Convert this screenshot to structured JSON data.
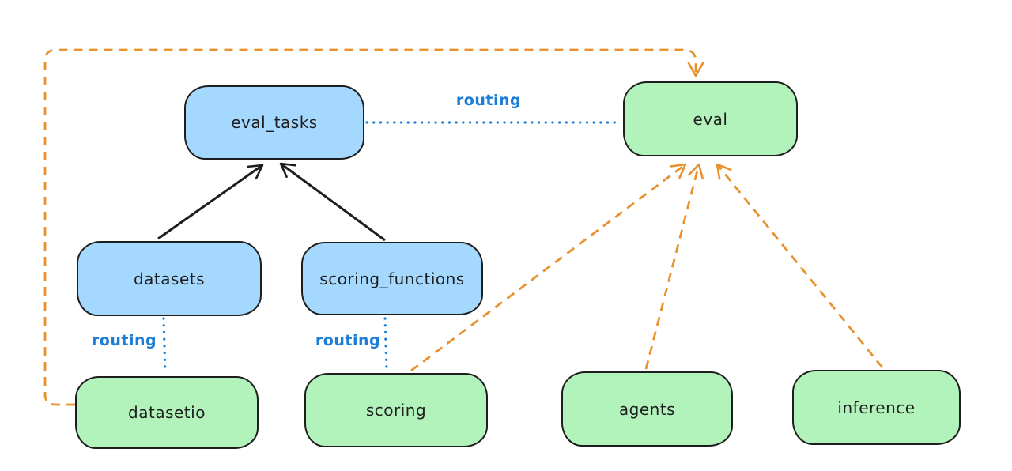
{
  "diagram": {
    "background_color": "#ffffff",
    "colors": {
      "blue_box_fill": "#a5d8ff",
      "green_box_fill": "#b2f2bb",
      "box_border": "#1e1e1e",
      "solid_arrow": "#1e1e1e",
      "routing_line_blue": "#1c7ed6",
      "dashed_arrow_orange": "#e8912d"
    },
    "nodes": [
      {
        "id": "eval_tasks",
        "label": "eval_tasks",
        "kind": "blue"
      },
      {
        "id": "eval",
        "label": "eval",
        "kind": "green"
      },
      {
        "id": "datasets",
        "label": "datasets",
        "kind": "blue"
      },
      {
        "id": "scoring_functions",
        "label": "scoring_functions",
        "kind": "blue"
      },
      {
        "id": "datasetio",
        "label": "datasetio",
        "kind": "green"
      },
      {
        "id": "scoring",
        "label": "scoring",
        "kind": "green"
      },
      {
        "id": "agents",
        "label": "agents",
        "kind": "green"
      },
      {
        "id": "inference",
        "label": "inference",
        "kind": "green"
      }
    ],
    "edge_labels": [
      {
        "text": "routing"
      },
      {
        "text": "routing"
      },
      {
        "text": "routing"
      }
    ],
    "edges": [
      {
        "from": "datasets",
        "to": "eval_tasks",
        "style": "solid-arrow",
        "color": "#1e1e1e"
      },
      {
        "from": "scoring_functions",
        "to": "eval_tasks",
        "style": "solid-arrow",
        "color": "#1e1e1e"
      },
      {
        "from": "eval_tasks",
        "to": "eval",
        "style": "dotted",
        "label": "routing",
        "color": "#1c7ed6"
      },
      {
        "from": "datasets",
        "to": "datasetio",
        "style": "dotted",
        "label": "routing",
        "color": "#1c7ed6"
      },
      {
        "from": "scoring_functions",
        "to": "scoring",
        "style": "dotted",
        "label": "routing",
        "color": "#1c7ed6"
      },
      {
        "from": "datasetio",
        "to": "eval",
        "style": "dashed-arrow",
        "color": "#e8912d"
      },
      {
        "from": "scoring",
        "to": "eval",
        "style": "dashed-arrow",
        "color": "#e8912d"
      },
      {
        "from": "agents",
        "to": "eval",
        "style": "dashed-arrow",
        "color": "#e8912d"
      },
      {
        "from": "inference",
        "to": "eval",
        "style": "dashed-arrow",
        "color": "#e8912d"
      }
    ]
  }
}
